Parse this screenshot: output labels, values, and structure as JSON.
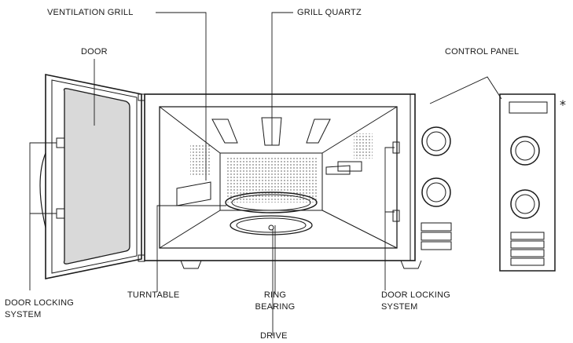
{
  "labels": {
    "ventilation_grill": "VENTILATION GRILL",
    "grill_quartz": "GRILL QUARTZ",
    "door": "DOOR",
    "control_panel": "CONTROL PANEL",
    "asterisk": "*",
    "door_locking_left_1": "DOOR LOCKING",
    "door_locking_left_2": "SYSTEM",
    "turntable": "TURNTABLE",
    "ring_bearing_1": "RING",
    "ring_bearing_2": "BEARING",
    "door_locking_right_1": "DOOR LOCKING",
    "door_locking_right_2": "SYSTEM",
    "drive": "DRIVE"
  },
  "colors": {
    "line": "#1a1a1a",
    "glass": "#d9d9d9",
    "panel": "#ffffff"
  }
}
